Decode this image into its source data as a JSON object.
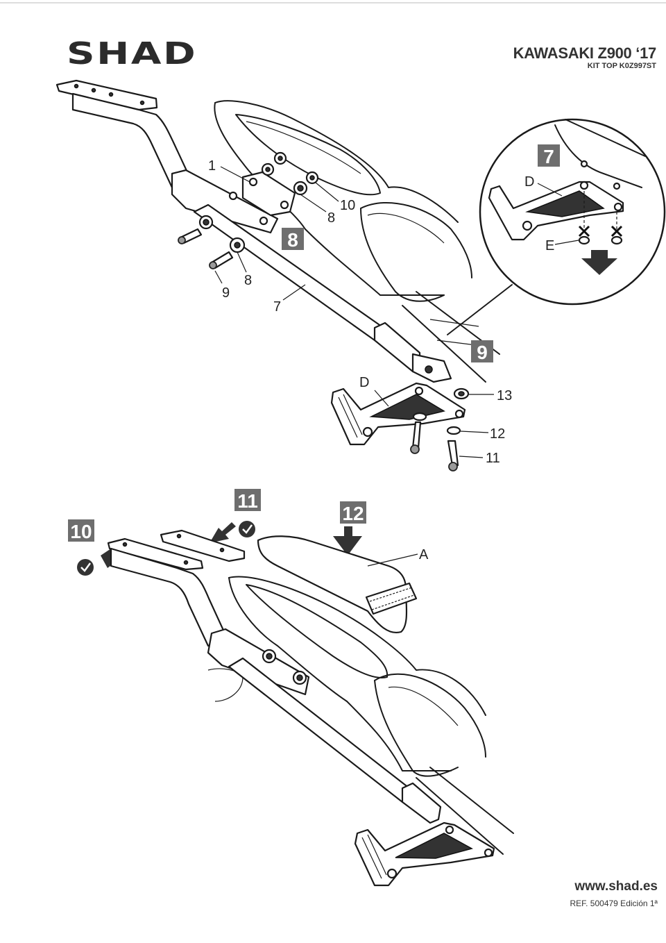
{
  "header": {
    "logo": "SHAD",
    "model_title": "KAWASAKI Z900 ‘17",
    "kit_code": "KIT TOP K0Z997ST"
  },
  "footer": {
    "website": "www.shad.es",
    "reference": "REF. 500479 Edición 1ª"
  },
  "steps": [
    "7",
    "8",
    "9",
    "10",
    "11",
    "12"
  ],
  "callouts": {
    "part_1": "1",
    "part_7": "7",
    "part_8a": "8",
    "part_8b": "8",
    "part_9": "9",
    "part_10": "10",
    "part_11": "11",
    "part_12": "12",
    "part_13": "13",
    "part_d_detail": "D",
    "part_d_main": "D",
    "part_e": "E",
    "part_a": "A"
  },
  "colors": {
    "step_box": "#6e6e6e",
    "ink": "#1a1a1a"
  }
}
